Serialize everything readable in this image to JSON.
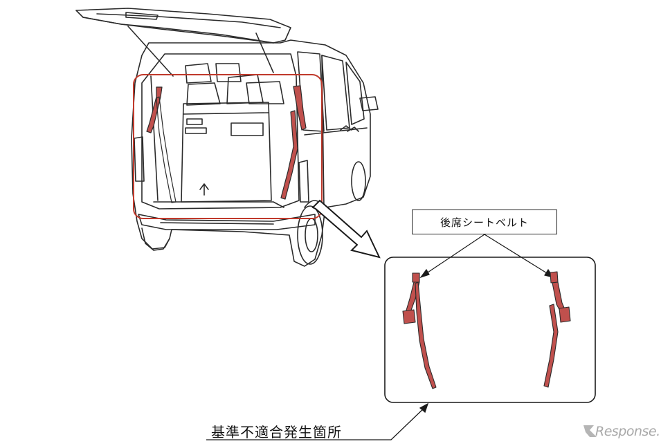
{
  "labels": {
    "rear_seatbelt": "後席シートベルト",
    "nonconformity_location": "基準不適合発生箇所"
  },
  "watermark": {
    "text": "Response."
  },
  "colors": {
    "highlight_red": "#c0392b",
    "belt_red": "#c0504d",
    "line_art": "#2b2b2b"
  }
}
